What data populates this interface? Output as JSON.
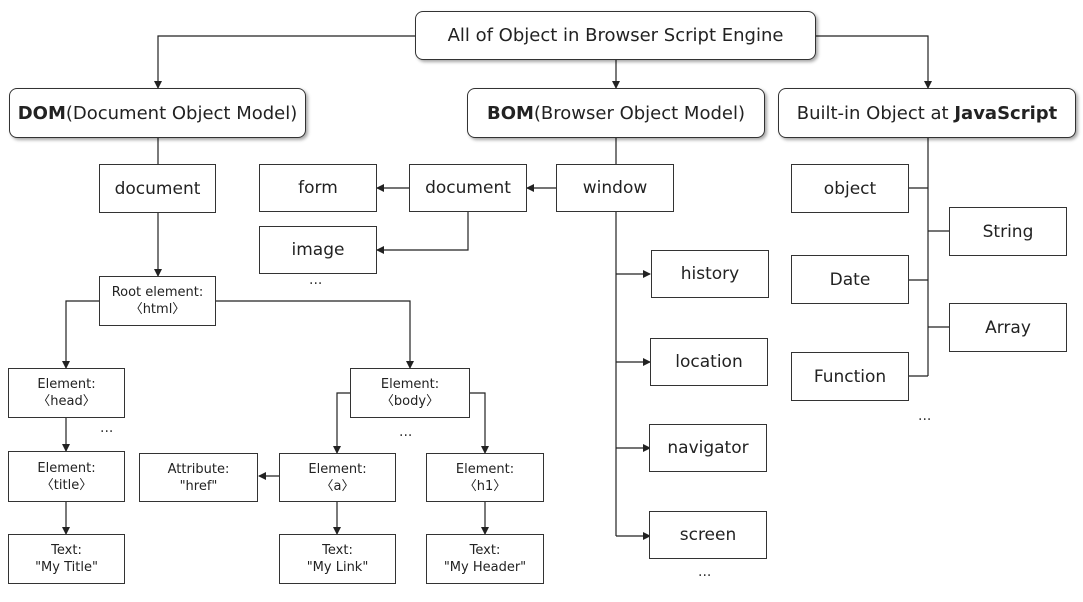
{
  "root": {
    "label": "All of Object in Browser Script Engine"
  },
  "categories": {
    "dom": {
      "prefix": "DOM",
      "rest": "(Document Object Model)"
    },
    "bom": {
      "prefix": "BOM",
      "rest": "(Browser Object Model)"
    },
    "builtin": {
      "rest": "Built-in Object at ",
      "suffix": "JavaScript"
    }
  },
  "dom_tree": {
    "document": "document",
    "root_element": {
      "line1": "Root element:",
      "line2": "〈html〉"
    },
    "head": {
      "line1": "Element:",
      "line2": "〈head〉"
    },
    "body": {
      "line1": "Element:",
      "line2": "〈body〉"
    },
    "title": {
      "line1": "Element:",
      "line2": "〈title〉"
    },
    "a": {
      "line1": "Element:",
      "line2": "〈a〉"
    },
    "h1": {
      "line1": "Element:",
      "line2": "〈h1〉"
    },
    "attribute": {
      "line1": "Attribute:",
      "line2": "\"href\""
    },
    "text_title": {
      "line1": "Text:",
      "line2": "\"My Title\""
    },
    "text_link": {
      "line1": "Text:",
      "line2": "\"My Link\""
    },
    "text_header": {
      "line1": "Text:",
      "line2": "\"My Header\""
    },
    "ellipsis": "..."
  },
  "bom_tree": {
    "window": "window",
    "document": "document",
    "form": "form",
    "image": "image",
    "history": "history",
    "location": "location",
    "navigator": "navigator",
    "screen": "screen",
    "ellipsis": "..."
  },
  "builtin_tree": {
    "object": "object",
    "string": "String",
    "date": "Date",
    "array": "Array",
    "function": "Function",
    "ellipsis": "..."
  }
}
